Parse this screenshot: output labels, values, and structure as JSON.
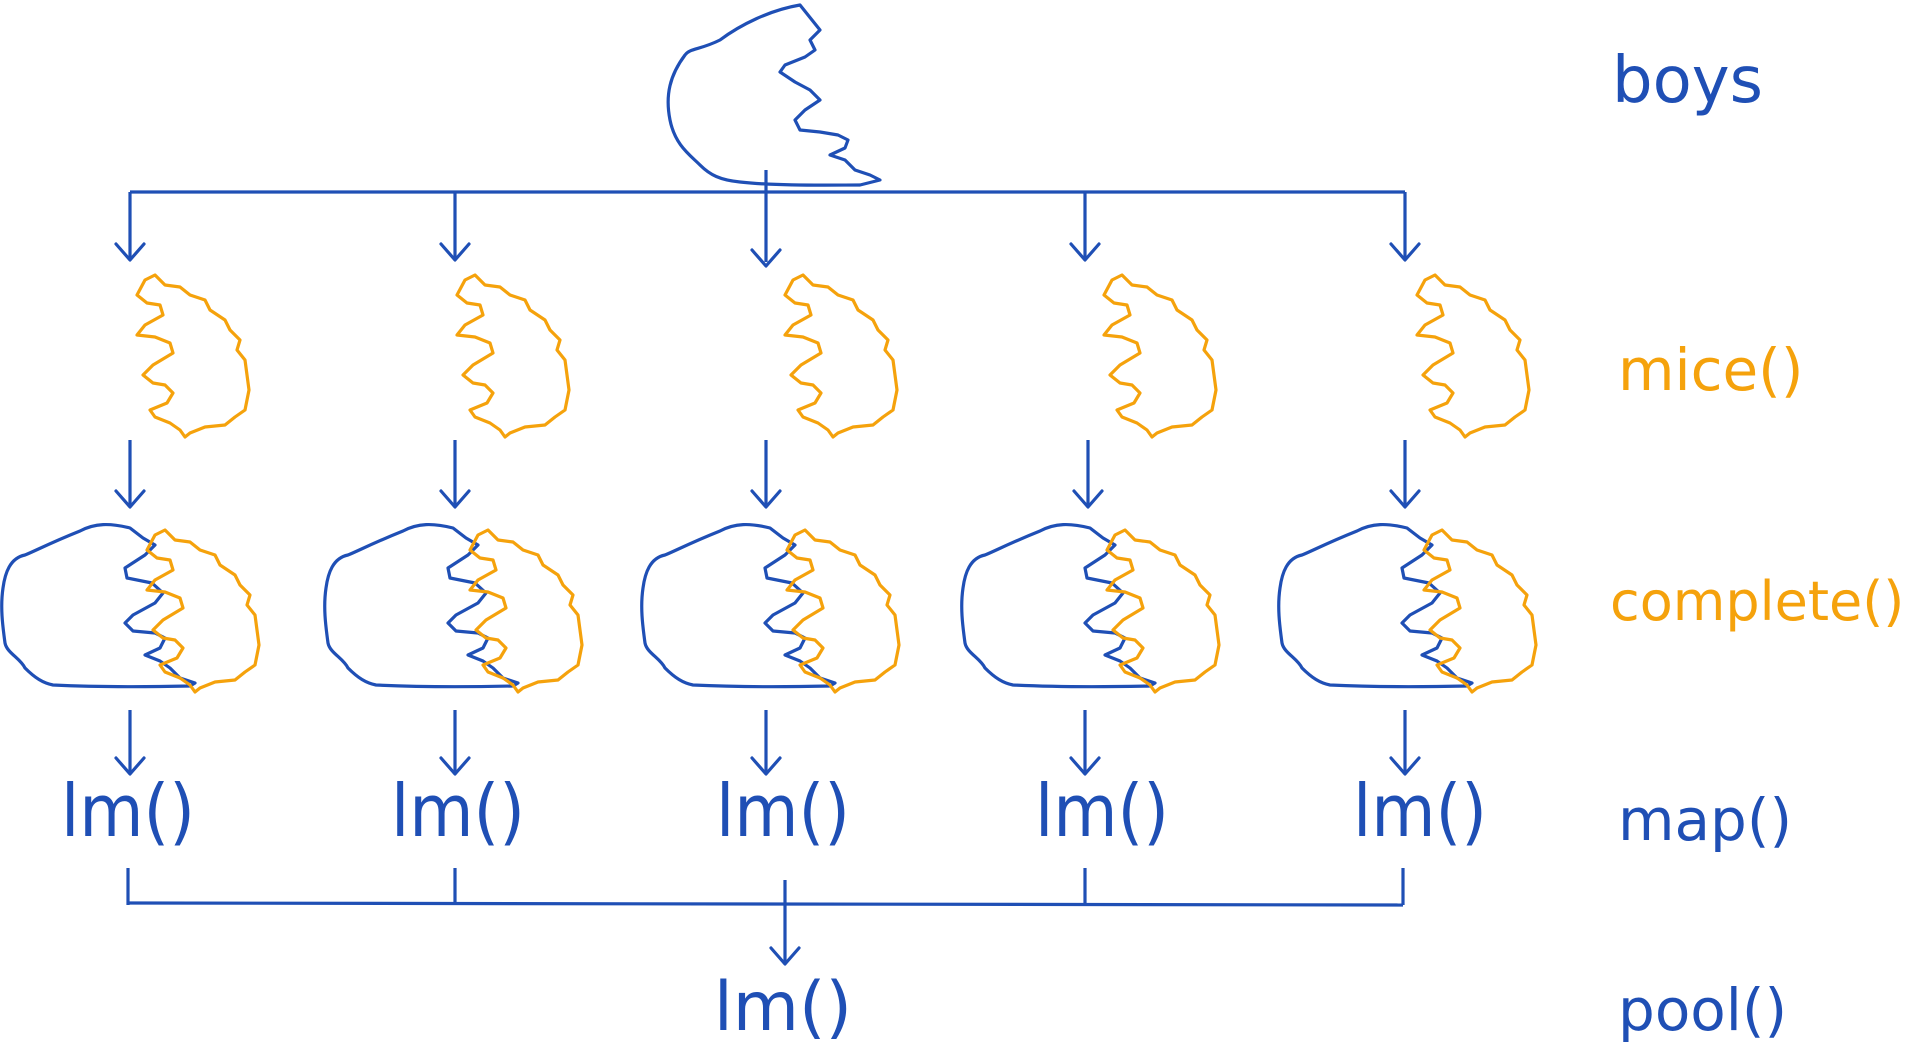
{
  "colors": {
    "blue": "#1f4fb5",
    "orange": "#f5a20c",
    "background": "#ffffff"
  },
  "labels": {
    "dataset": "boys",
    "impute": "mice()",
    "complete": "complete()",
    "map": "map()",
    "pool": "pool()"
  },
  "model_label": "lm()",
  "pooled_label": "lm()",
  "imputation_count": 5
}
